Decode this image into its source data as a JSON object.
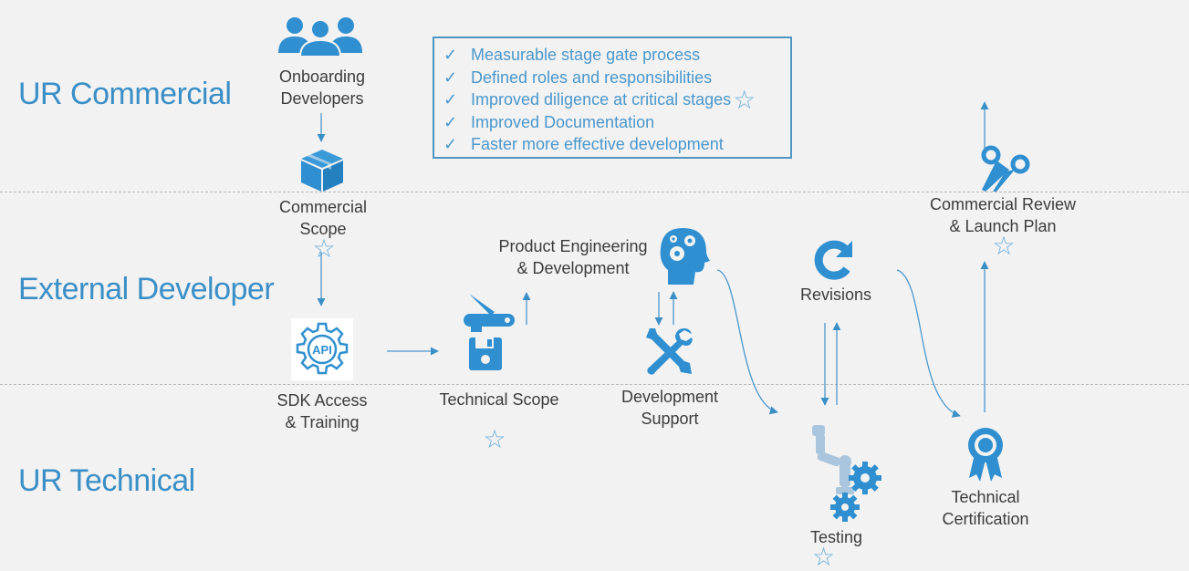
{
  "lanes": {
    "commercial": "UR Commercial",
    "external": "External Developer",
    "technical": "UR Technical"
  },
  "benefits": [
    "Measurable stage gate process",
    "Defined roles and responsibilities",
    "Improved diligence at critical stages",
    "Improved Documentation",
    "Faster more effective development"
  ],
  "steps": {
    "onboarding": [
      "Onboarding",
      "Developers"
    ],
    "commercial_scope": [
      "Commercial",
      "Scope"
    ],
    "sdk": [
      "SDK  Access",
      "& Training"
    ],
    "api_badge": "API",
    "technical_scope": "Technical Scope",
    "product_eng": [
      "Product Engineering",
      "& Development"
    ],
    "dev_support": [
      "Development",
      "Support"
    ],
    "revisions": "Revisions",
    "testing": "Testing",
    "technical_cert": [
      "Technical",
      "Certification"
    ],
    "commercial_review": [
      "Commercial Review",
      "& Launch Plan"
    ]
  },
  "colors": {
    "accent": "#3a8fc7",
    "icon": "#2f8fd0",
    "text": "#3c3c3c"
  }
}
